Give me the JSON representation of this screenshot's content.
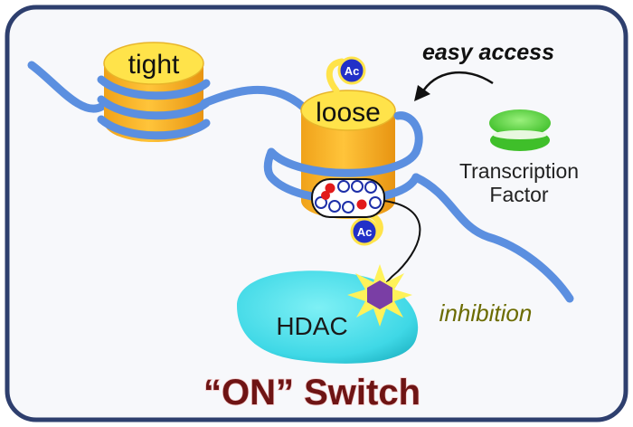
{
  "labels": {
    "tight": "tight",
    "loose": "loose",
    "acetyl_top": "Ac",
    "acetyl_bottom": "Ac",
    "easy_access": "easy access",
    "tf_line1": "Transcription",
    "tf_line2": "Factor",
    "hdac": "HDAC",
    "inhibition": "inhibition",
    "switch": "“ON” Switch"
  },
  "colors": {
    "frame": "#2e3f6e",
    "frame_bg": "#f7f8fb",
    "dna": "#5b8fe0",
    "histone_top": "#ffe34a",
    "histone_side": "#f2a921",
    "acetyl": "#2230c8",
    "transcription_factor": "#55cf3c",
    "hdac": "#4fe0ea",
    "inhibitor": "#7a3ea5",
    "burst": "#fff25a",
    "title": "#6e1414"
  }
}
